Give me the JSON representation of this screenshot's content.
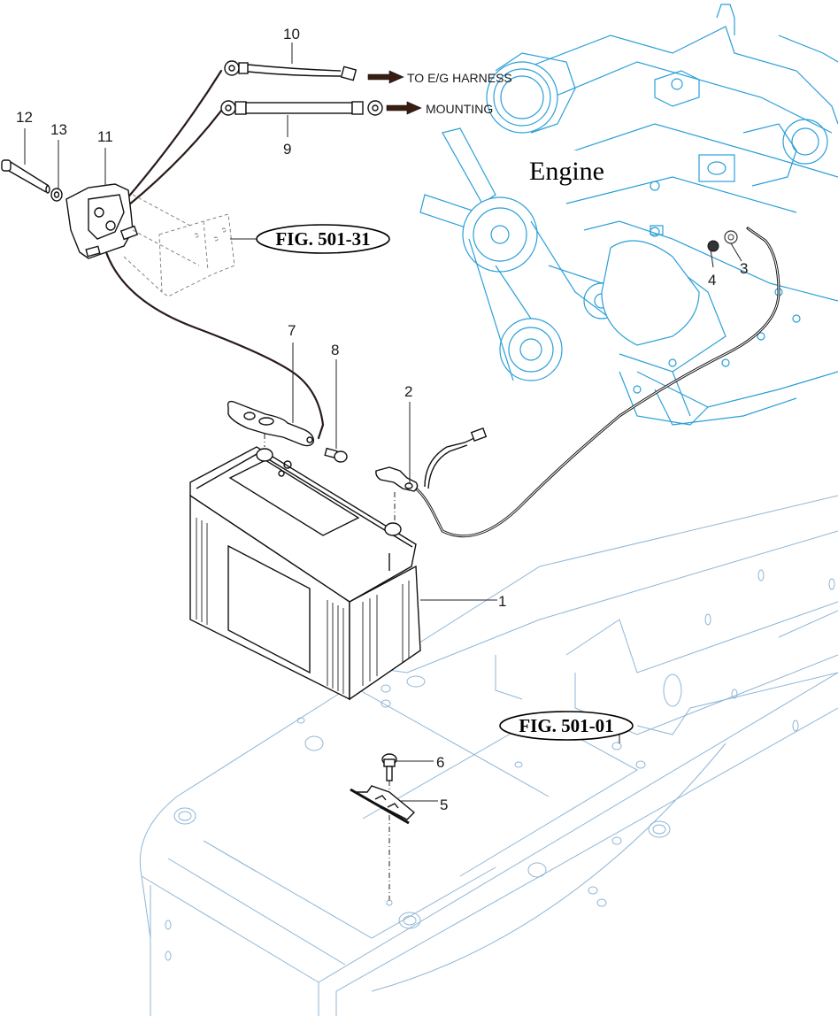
{
  "engine_label": "Engine",
  "figure_references": [
    {
      "id": "fig-501-31",
      "label": "FIG. 501-31"
    },
    {
      "id": "fig-501-01",
      "label": "FIG. 501-01"
    }
  ],
  "arrow_notes": [
    {
      "id": "to-eg-harness",
      "label": "TO E/G HARNESS"
    },
    {
      "id": "mounting",
      "label": "MOUNTING"
    }
  ],
  "callouts": [
    {
      "number": "1",
      "part": "battery"
    },
    {
      "number": "2",
      "part": "negative-terminal-cable"
    },
    {
      "number": "3",
      "part": "washer"
    },
    {
      "number": "4",
      "part": "nut"
    },
    {
      "number": "5",
      "part": "battery-hold-down-bracket"
    },
    {
      "number": "6",
      "part": "bolt"
    },
    {
      "number": "7",
      "part": "positive-terminal-cable"
    },
    {
      "number": "8",
      "part": "terminal-bolt"
    },
    {
      "number": "9",
      "part": "mounting-strap"
    },
    {
      "number": "10",
      "part": "harness-lead"
    },
    {
      "number": "11",
      "part": "battery-relay"
    },
    {
      "number": "12",
      "part": "relay-bolt"
    },
    {
      "number": "13",
      "part": "relay-washer"
    }
  ],
  "colors": {
    "engine_line": "#2a9fd8",
    "frame_line": "#8fb6d6",
    "parts_line": "#111111",
    "cable": "#1a1a1a"
  }
}
